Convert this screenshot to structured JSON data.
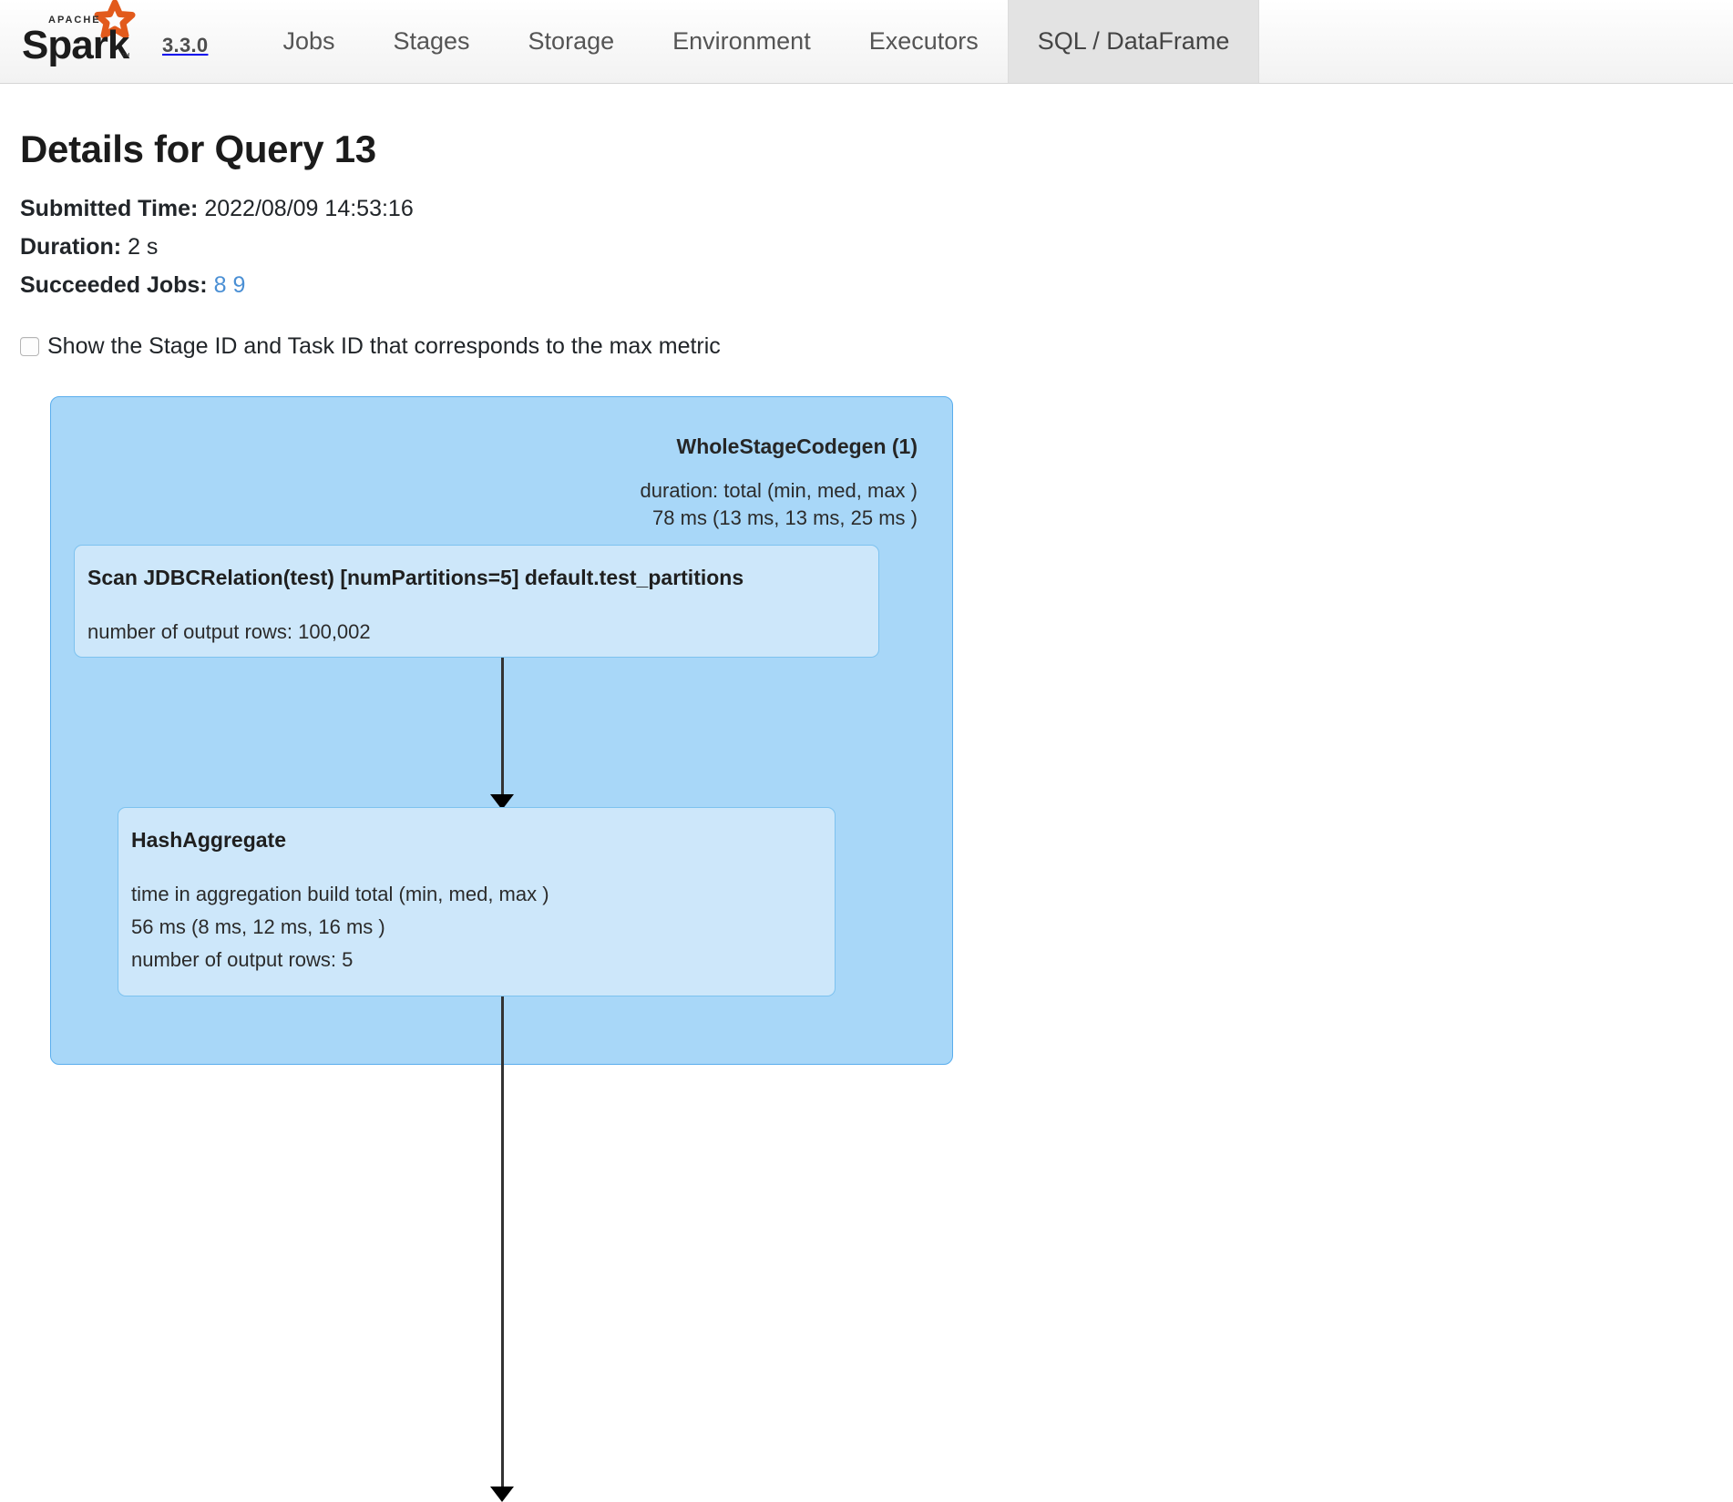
{
  "navbar": {
    "brand": {
      "apache_text": "APACHE",
      "spark_text": "Spark",
      "version": "3.3.0",
      "logo_icon": "spark-star-icon"
    },
    "tabs": [
      {
        "label": "Jobs",
        "active": false
      },
      {
        "label": "Stages",
        "active": false
      },
      {
        "label": "Storage",
        "active": false
      },
      {
        "label": "Environment",
        "active": false
      },
      {
        "label": "Executors",
        "active": false
      },
      {
        "label": "SQL / DataFrame",
        "active": true
      }
    ]
  },
  "page": {
    "title": "Details for Query 13",
    "meta": {
      "submitted_time_label": "Submitted Time:",
      "submitted_time_value": "2022/08/09 14:53:16",
      "duration_label": "Duration:",
      "duration_value": "2 s",
      "succeeded_jobs_label": "Succeeded Jobs:",
      "succeeded_jobs": [
        "8",
        "9"
      ]
    },
    "checkbox": {
      "checked": false,
      "label": "Show the Stage ID and Task ID that corresponds to the max metric"
    }
  },
  "graph": {
    "cluster": {
      "title": "WholeStageCodegen (1)",
      "metrics": "duration: total (min, med, max )\n78 ms (13 ms, 13 ms, 25 ms )"
    },
    "nodes": [
      {
        "id": "scan",
        "title": "Scan JDBCRelation(test) [numPartitions=5] default.test_partitions",
        "metrics": "number of output rows: 100,002"
      },
      {
        "id": "hashaggregate",
        "title": "HashAggregate",
        "metrics": "time in aggregation build total (min, med, max )\n56 ms (8 ms, 12 ms, 16 ms )\nnumber of output rows: 5"
      }
    ],
    "edges": [
      {
        "from": "scan",
        "to": "hashaggregate"
      },
      {
        "from": "hashaggregate",
        "to": "below"
      }
    ]
  },
  "colors": {
    "cluster_fill": "#a8d7f8",
    "cluster_border": "#59aded",
    "node_fill": "#cde7fa",
    "node_border": "#7dc2ef",
    "link_blue": "#4a8fd4",
    "active_tab_bg": "#e3e3e3",
    "logo_orange": "#e25a1c",
    "edge_color": "#333333"
  }
}
